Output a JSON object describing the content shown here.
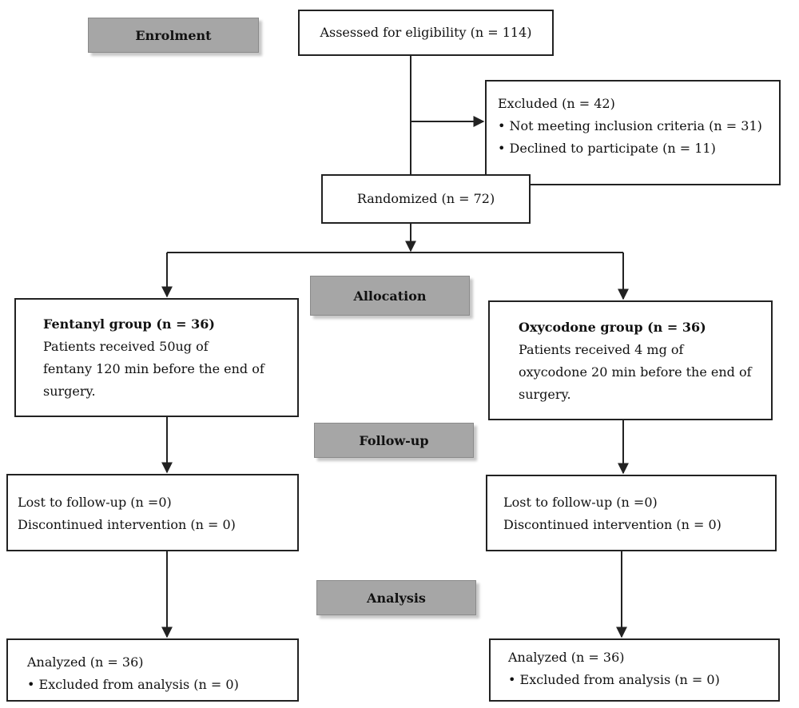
{
  "stages": {
    "enrolment": "Enrolment",
    "allocation": "Allocation",
    "follow_up": "Follow-up",
    "analysis": "Analysis"
  },
  "assessed": "Assessed for eligibility (n = 114)",
  "excluded": {
    "title": "Excluded (n = 42)",
    "items": [
      "• Not meeting inclusion criteria (n = 31)",
      "• Declined to participate (n = 11)"
    ]
  },
  "randomized": "Randomized (n = 72)",
  "groups": [
    {
      "title": "Fentanyl group (n = 36)",
      "lines": [
        "Patients received 50ug of",
        "fentany 120 min before the end of",
        "surgery."
      ],
      "follow_up": [
        "Lost to follow-up (n =0)",
        "Discontinued intervention (n = 0)"
      ],
      "analysis": [
        "Analyzed (n = 36)",
        "• Excluded from analysis (n = 0)"
      ]
    },
    {
      "title": "Oxycodone group (n = 36)",
      "lines": [
        "Patients received 4 mg of",
        "oxycodone 20 min before the end of",
        "surgery."
      ],
      "follow_up": [
        "Lost to follow-up (n =0)",
        "Discontinued intervention (n = 0)"
      ],
      "analysis": [
        "Analyzed (n = 36)",
        "• Excluded from analysis (n = 0)"
      ]
    }
  ]
}
